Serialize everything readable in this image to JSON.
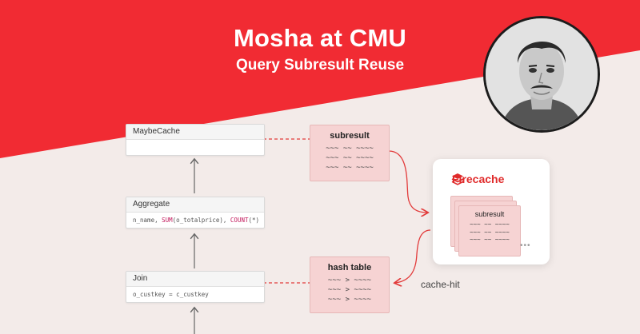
{
  "header": {
    "title": "Mosha at CMU",
    "subtitle": "Query Subresult Reuse"
  },
  "plan_nodes": [
    {
      "name": "MaybeCache",
      "detail": ""
    },
    {
      "name": "Aggregate",
      "detail_parts": [
        "n_name, ",
        "SUM",
        "(o_totalprice), ",
        "COUNT",
        "(*)"
      ]
    },
    {
      "name": "Join",
      "detail": "o_custkey = c_custkey"
    }
  ],
  "subresult_box": {
    "title": "subresult",
    "lines": [
      "~~~ ~~ ~~~~",
      "~~~ ~~ ~~~~",
      "~~~ ~~ ~~~~"
    ]
  },
  "hash_table_box": {
    "title": "hash table",
    "lines": [
      "~~~ > ~~~~",
      "~~~ > ~~~~",
      "~~~ > ~~~~"
    ]
  },
  "firecache": {
    "brand": "Firecache",
    "card_title": "subresult",
    "card_lines": [
      "~~~ ~~ ~~~~",
      "~~~ ~~ ~~~~",
      "~~~ ~~ ~~~~"
    ],
    "more": "•••"
  },
  "cache_hit_label": "cache-hit",
  "colors": {
    "brand_red": "#f12b33",
    "box_fill": "#f6d3d3",
    "background": "#f3ebe9"
  }
}
